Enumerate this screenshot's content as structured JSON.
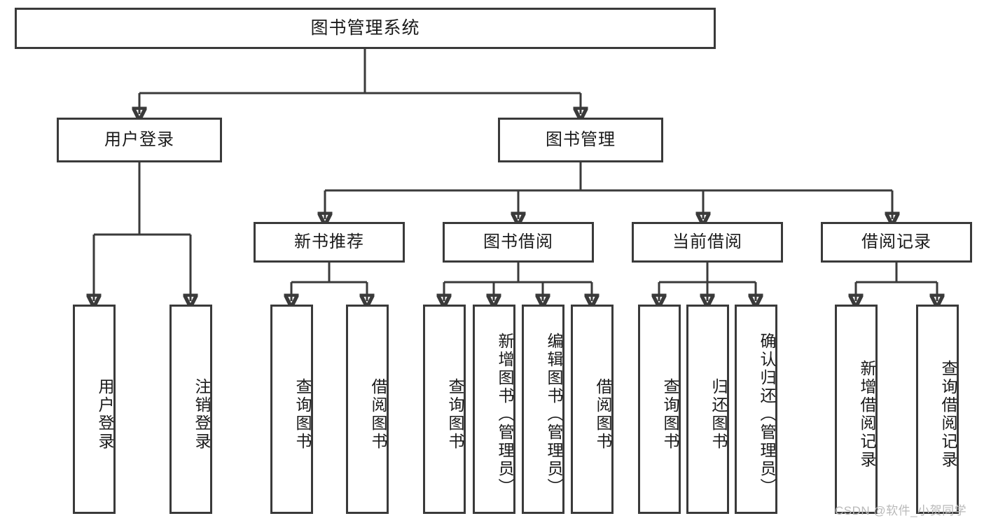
{
  "diagram": {
    "title": "图书管理系统",
    "type": "tree-flowchart",
    "watermark": "CSDN @软件_小贺同学",
    "colors": {
      "stroke": "#3a3a3a",
      "fill": "#ffffff",
      "text": "#1a1a1a",
      "watermark": "#b9b9b9"
    },
    "root": {
      "label": "图书管理系统"
    },
    "level2": [
      {
        "label": "用户登录"
      },
      {
        "label": "图书管理"
      }
    ],
    "level3": [
      {
        "label": "新书推荐"
      },
      {
        "label": "图书借阅"
      },
      {
        "label": "当前借阅"
      },
      {
        "label": "借阅记录"
      }
    ],
    "leaves": {
      "user_login": [
        {
          "label": "用户登录"
        },
        {
          "label": "注销登录"
        }
      ],
      "new_book_recommend": [
        {
          "label": "查询图书"
        },
        {
          "label": "借阅图书"
        }
      ],
      "book_borrow": [
        {
          "label": "查询图书"
        },
        {
          "label": "新增图书（管理员）"
        },
        {
          "label": "编辑图书（管理员）"
        },
        {
          "label": "借阅图书"
        }
      ],
      "current_borrow": [
        {
          "label": "查询图书"
        },
        {
          "label": "归还图书"
        },
        {
          "label": "确认归还（管理员）"
        }
      ],
      "borrow_record": [
        {
          "label": "新增借阅记录"
        },
        {
          "label": "查询借阅记录"
        }
      ]
    }
  }
}
